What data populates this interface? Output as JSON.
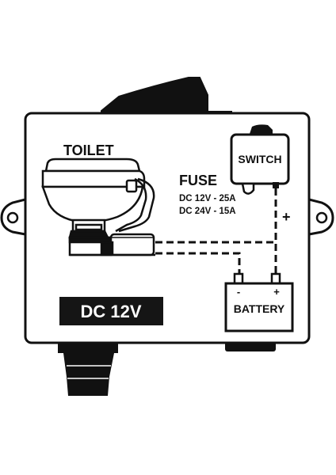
{
  "labels": {
    "toilet": "TOILET",
    "switch": "SWITCH",
    "fuse_title": "FUSE",
    "fuse_12v": "DC 12V - 25A",
    "fuse_24v": "DC 24V - 15A",
    "battery": "BATTERY",
    "minus": "-",
    "plus_terminal": "+",
    "plus_wire": "+",
    "voltage_badge": "DC 12V"
  },
  "colors": {
    "line": "#111111",
    "background": "#ffffff",
    "badge_bg": "#151515",
    "badge_text": "#ffffff"
  }
}
